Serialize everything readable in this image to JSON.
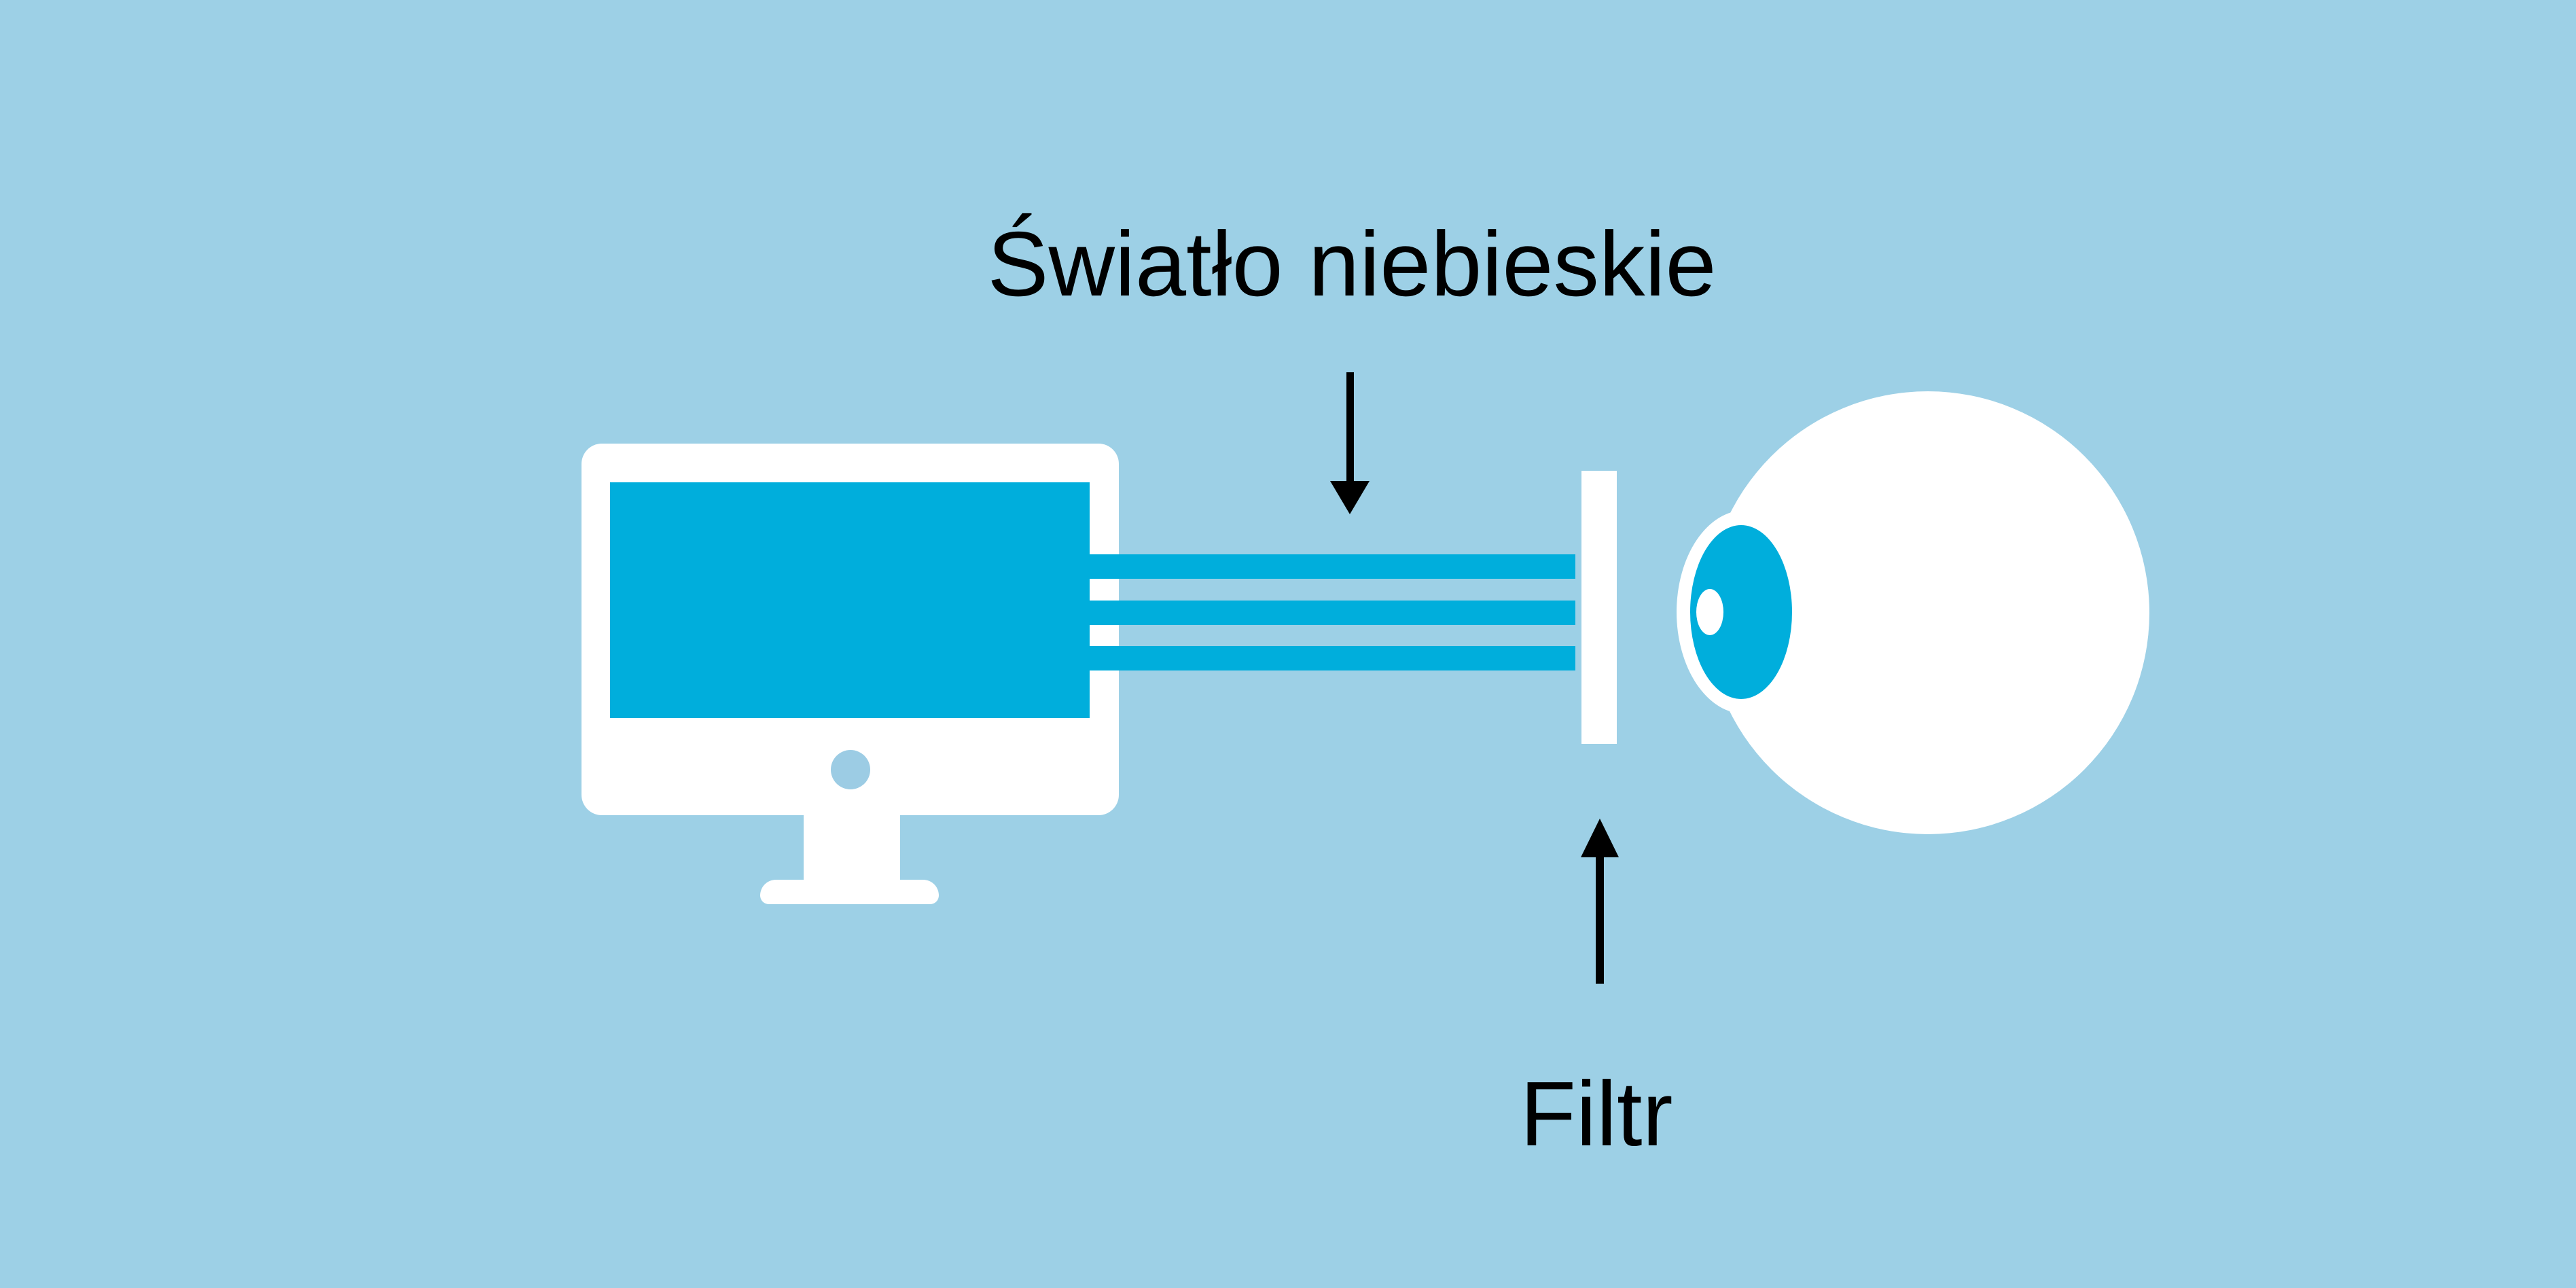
{
  "colors": {
    "background": "#9DD0E6",
    "beam": "#00AEDC",
    "shape": "#FFFFFF",
    "text": "#000000",
    "power_dot": "#9CCCE4"
  },
  "labels": {
    "blue_light": "Światło niebieskie",
    "filter": "Filtr"
  },
  "diagram": {
    "type": "infographic",
    "monitor": {
      "shape": "desktop-monitor",
      "screen_color": "#00AEDC"
    },
    "light_beams": {
      "count": 3,
      "color": "#00AEDC",
      "from": "monitor screen",
      "to": "filter"
    },
    "filter_panel": {
      "shape": "vertical-bar",
      "color": "#FFFFFF"
    },
    "eye": {
      "shape": "eyeball",
      "iris_color": "#00AEDC"
    },
    "arrows": [
      {
        "direction": "down",
        "points_to": "light beams"
      },
      {
        "direction": "up",
        "points_to": "filter panel"
      }
    ]
  }
}
